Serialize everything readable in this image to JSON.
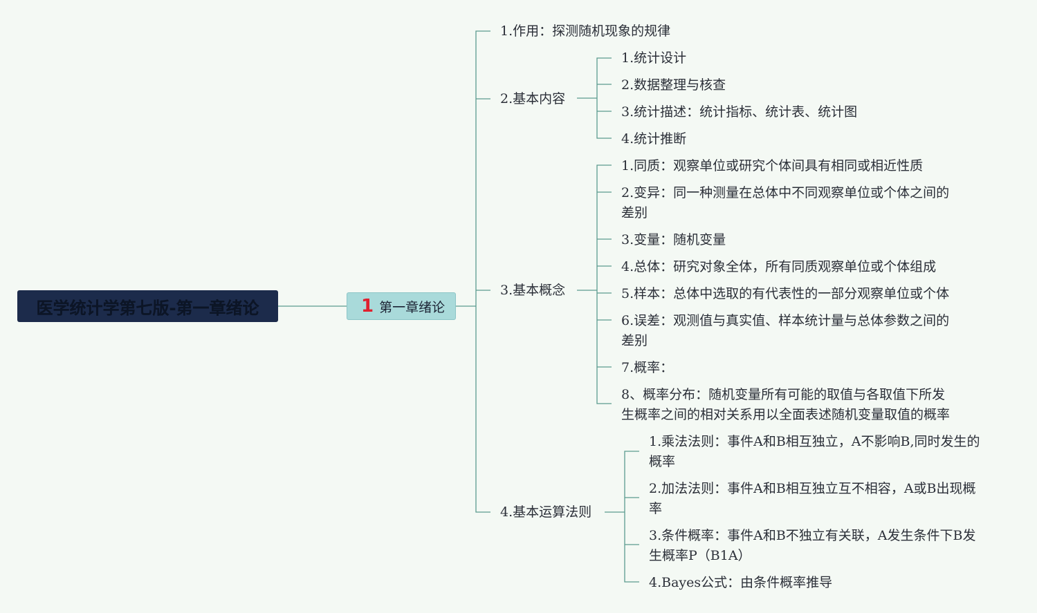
{
  "root": {
    "title": "医学统计学第七版-第一章绪论"
  },
  "chapter": {
    "number": "1",
    "label": "第一章绪论"
  },
  "branches": [
    {
      "label": "1.作用：探测随机现象的规律",
      "children": []
    },
    {
      "label": "2.基本内容",
      "children": [
        {
          "lines": [
            "1.统计设计"
          ]
        },
        {
          "lines": [
            "2.数据整理与核查"
          ]
        },
        {
          "lines": [
            "3.统计描述：统计指标、统计表、统计图"
          ]
        },
        {
          "lines": [
            "4.统计推断"
          ]
        }
      ]
    },
    {
      "label": "3.基本概念",
      "children": [
        {
          "lines": [
            "1.同质：观察单位或研究个体间具有相同或相近性质"
          ]
        },
        {
          "lines": [
            "2.变异：同一种测量在总体中不同观察单位或个体之间的",
            "差别"
          ]
        },
        {
          "lines": [
            "3.变量：随机变量"
          ]
        },
        {
          "lines": [
            "4.总体：研究对象全体，所有同质观察单位或个体组成"
          ]
        },
        {
          "lines": [
            "5.样本：总体中选取的有代表性的一部分观察单位或个体"
          ]
        },
        {
          "lines": [
            "6.误差：观测值与真实值、样本统计量与总体参数之间的",
            "差别"
          ]
        },
        {
          "lines": [
            "7.概率："
          ]
        },
        {
          "lines": [
            "8、概率分布：随机变量所有可能的取值与各取值下所发",
            "生概率之间的相对关系用以全面表述随机变量取值的概率"
          ]
        }
      ]
    },
    {
      "label": "4.基本运算法则",
      "children": [
        {
          "lines": [
            "1.乘法法则：事件A和B相互独立，A不影响B,同时发生的",
            "概率"
          ]
        },
        {
          "lines": [
            "2.加法法则：事件A和B相互独立互不相容，A或B出现概",
            "率"
          ]
        },
        {
          "lines": [
            "3.条件概率：事件A和B不独立有关联，A发生条件下B发",
            "生概率P（B1A）"
          ]
        },
        {
          "lines": [
            "4.Bayes公式：由条件概率推导"
          ]
        }
      ]
    }
  ],
  "colors": {
    "line": "#5a9a8e",
    "root_bg": "#1c2b4b",
    "chapter_bg": "#a9dada",
    "number": "#e0202e"
  }
}
